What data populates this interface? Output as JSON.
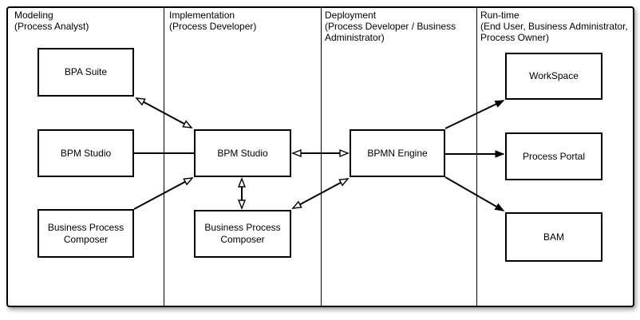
{
  "diagram": {
    "columns": [
      {
        "id": "modeling",
        "title": "Modeling",
        "subtitle": "(Process Analyst)"
      },
      {
        "id": "implementation",
        "title": "Implementation",
        "subtitle": "(Process Developer)"
      },
      {
        "id": "deployment",
        "title": "Deployment",
        "subtitle": "(Process Developer / Business Administrator)"
      },
      {
        "id": "runtime",
        "title": "Run-time",
        "subtitle": "(End User, Business Administrator, Process Owner)"
      }
    ],
    "nodes": [
      {
        "id": "bpa-suite",
        "label": "BPA Suite",
        "column": "modeling"
      },
      {
        "id": "bpm-studio-modeling",
        "label": "BPM Studio",
        "column": "modeling"
      },
      {
        "id": "business-process-composer-modeling",
        "label": "Business Process Composer",
        "column": "modeling"
      },
      {
        "id": "bpm-studio-implementation",
        "label": "BPM Studio",
        "column": "implementation"
      },
      {
        "id": "business-process-composer-implementation",
        "label": "Business Process Composer",
        "column": "implementation"
      },
      {
        "id": "bpmn-engine",
        "label": "BPMN Engine",
        "column": "deployment"
      },
      {
        "id": "workspace",
        "label": "WorkSpace",
        "column": "runtime"
      },
      {
        "id": "process-portal",
        "label": "Process Portal",
        "column": "runtime"
      },
      {
        "id": "bam",
        "label": "BAM",
        "column": "runtime"
      }
    ],
    "edges": [
      {
        "from": "bpa-suite",
        "to": "bpm-studio-implementation",
        "arrowhead": "open",
        "direction": "both"
      },
      {
        "from": "bpm-studio-modeling",
        "to": "bpm-studio-implementation",
        "arrowhead": "none",
        "direction": "none"
      },
      {
        "from": "business-process-composer-modeling",
        "to": "bpm-studio-implementation",
        "arrowhead": "open",
        "direction": "forward"
      },
      {
        "from": "bpm-studio-implementation",
        "to": "bpmn-engine",
        "arrowhead": "open",
        "direction": "both"
      },
      {
        "from": "bpm-studio-implementation",
        "to": "business-process-composer-implementation",
        "arrowhead": "open",
        "direction": "both"
      },
      {
        "from": "business-process-composer-implementation",
        "to": "bpmn-engine",
        "arrowhead": "open",
        "direction": "both"
      },
      {
        "from": "bpmn-engine",
        "to": "workspace",
        "arrowhead": "filled",
        "direction": "forward"
      },
      {
        "from": "bpmn-engine",
        "to": "process-portal",
        "arrowhead": "filled",
        "direction": "forward"
      },
      {
        "from": "bpmn-engine",
        "to": "bam",
        "arrowhead": "filled",
        "direction": "forward"
      }
    ],
    "colors": {
      "line": "#000000",
      "background": "#ffffff",
      "box_fill": "#ffffff"
    }
  }
}
